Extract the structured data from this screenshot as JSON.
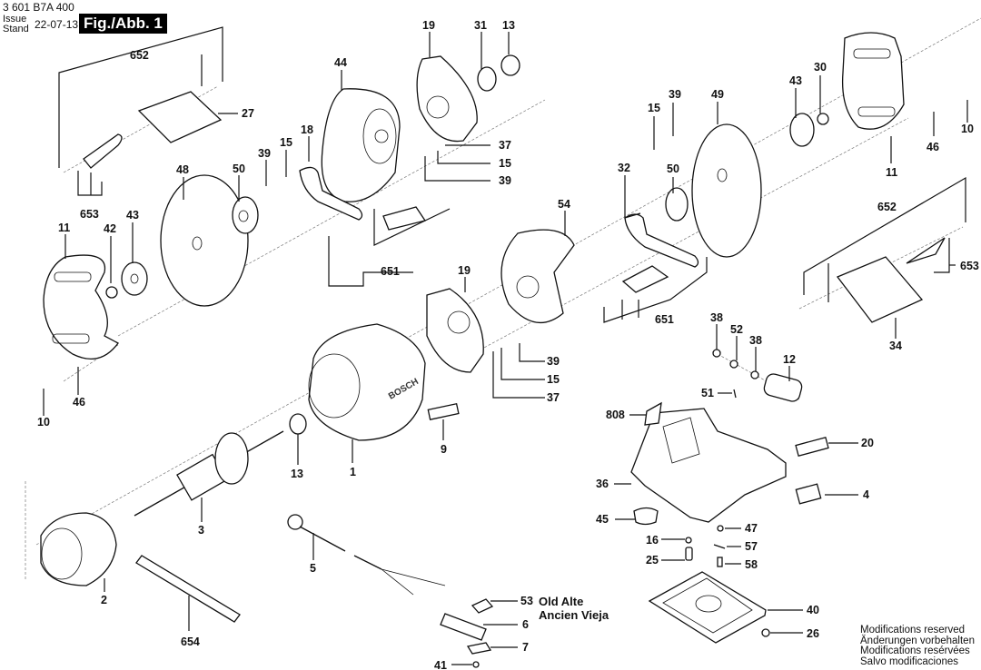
{
  "header": {
    "part_number": "3 601 B7A 400",
    "issue_label": "Issue",
    "stand_label": "Stand",
    "issue_date": "22-07-13",
    "figure_label": "Fig./Abb. 1"
  },
  "notes": {
    "old_line1": "Old Alte",
    "old_line2": "Ancien Vieja"
  },
  "footer": {
    "line1": "Modifications reserved",
    "line2": "Änderungen vorbehalten",
    "line3": "Modifications resérvées",
    "line4": "Salvo modificaciones"
  },
  "brand_mark": "BOSCH",
  "callouts": [
    {
      "id": "652a",
      "text": "652"
    },
    {
      "id": "27",
      "text": "27"
    },
    {
      "id": "653a",
      "text": "653"
    },
    {
      "id": "44",
      "text": "44"
    },
    {
      "id": "19a",
      "text": "19"
    },
    {
      "id": "31",
      "text": "31"
    },
    {
      "id": "13a",
      "text": "13"
    },
    {
      "id": "18",
      "text": "18"
    },
    {
      "id": "39a",
      "text": "39"
    },
    {
      "id": "15a",
      "text": "15"
    },
    {
      "id": "37a",
      "text": "37"
    },
    {
      "id": "15b",
      "text": "15"
    },
    {
      "id": "39b",
      "text": "39"
    },
    {
      "id": "48",
      "text": "48"
    },
    {
      "id": "50a",
      "text": "50"
    },
    {
      "id": "651a",
      "text": "651"
    },
    {
      "id": "11a",
      "text": "11"
    },
    {
      "id": "42",
      "text": "42"
    },
    {
      "id": "43a",
      "text": "43"
    },
    {
      "id": "10a",
      "text": "10"
    },
    {
      "id": "46a",
      "text": "46"
    },
    {
      "id": "15c",
      "text": "15"
    },
    {
      "id": "39c",
      "text": "39"
    },
    {
      "id": "49",
      "text": "49"
    },
    {
      "id": "43b",
      "text": "43"
    },
    {
      "id": "30",
      "text": "30"
    },
    {
      "id": "10b",
      "text": "10"
    },
    {
      "id": "46b",
      "text": "46"
    },
    {
      "id": "11b",
      "text": "11"
    },
    {
      "id": "32",
      "text": "32"
    },
    {
      "id": "50b",
      "text": "50"
    },
    {
      "id": "54",
      "text": "54"
    },
    {
      "id": "652b",
      "text": "652"
    },
    {
      "id": "653b",
      "text": "653"
    },
    {
      "id": "34",
      "text": "34"
    },
    {
      "id": "651b",
      "text": "651"
    },
    {
      "id": "19b",
      "text": "19"
    },
    {
      "id": "39d",
      "text": "39"
    },
    {
      "id": "15d",
      "text": "15"
    },
    {
      "id": "37b",
      "text": "37"
    },
    {
      "id": "9",
      "text": "9"
    },
    {
      "id": "1",
      "text": "1"
    },
    {
      "id": "13b",
      "text": "13"
    },
    {
      "id": "38a",
      "text": "38"
    },
    {
      "id": "52",
      "text": "52"
    },
    {
      "id": "38b",
      "text": "38"
    },
    {
      "id": "12",
      "text": "12"
    },
    {
      "id": "51",
      "text": "51"
    },
    {
      "id": "808",
      "text": "808"
    },
    {
      "id": "20",
      "text": "20"
    },
    {
      "id": "36",
      "text": "36"
    },
    {
      "id": "4",
      "text": "4"
    },
    {
      "id": "45",
      "text": "45"
    },
    {
      "id": "47",
      "text": "47"
    },
    {
      "id": "16",
      "text": "16"
    },
    {
      "id": "57",
      "text": "57"
    },
    {
      "id": "25",
      "text": "25"
    },
    {
      "id": "58",
      "text": "58"
    },
    {
      "id": "40",
      "text": "40"
    },
    {
      "id": "26",
      "text": "26"
    },
    {
      "id": "3",
      "text": "3"
    },
    {
      "id": "2",
      "text": "2"
    },
    {
      "id": "654",
      "text": "654"
    },
    {
      "id": "5",
      "text": "5"
    },
    {
      "id": "53",
      "text": "53"
    },
    {
      "id": "6",
      "text": "6"
    },
    {
      "id": "7",
      "text": "7"
    },
    {
      "id": "41",
      "text": "41"
    }
  ]
}
